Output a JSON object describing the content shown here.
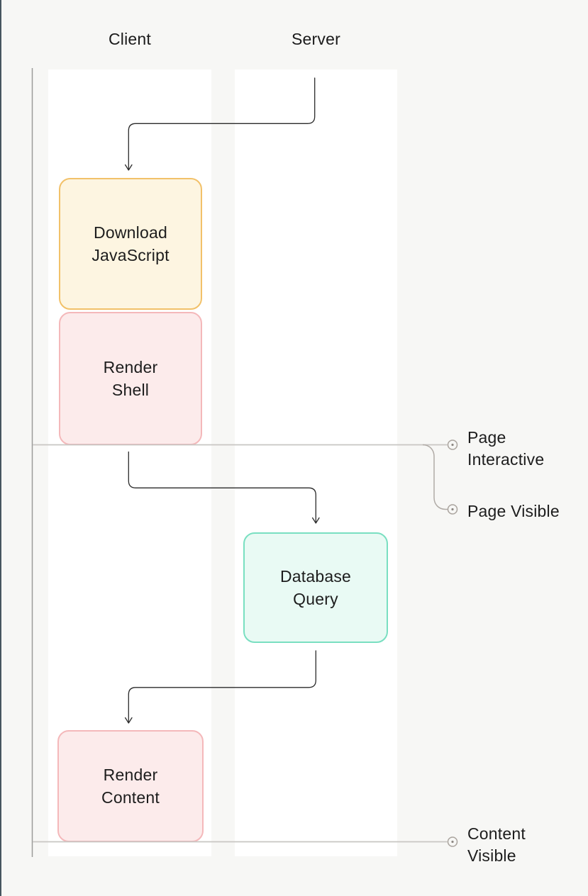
{
  "diagram": {
    "columns": [
      {
        "id": "client",
        "label": "Client"
      },
      {
        "id": "server",
        "label": "Server"
      }
    ],
    "nodes": [
      {
        "id": "download-javascript",
        "lane": "client",
        "lines": [
          "Download",
          "JavaScript"
        ],
        "fill": "#fdf5e1",
        "border": "#f2c169"
      },
      {
        "id": "render-shell",
        "lane": "client",
        "lines": [
          "Render",
          "Shell"
        ],
        "fill": "#fcebeb",
        "border": "#f4b8ba"
      },
      {
        "id": "database-query",
        "lane": "server",
        "lines": [
          "Database",
          "Query"
        ],
        "fill": "#e9faf4",
        "border": "#79dfc1"
      },
      {
        "id": "render-content",
        "lane": "client",
        "lines": [
          "Render",
          "Content"
        ],
        "fill": "#fcebeb",
        "border": "#f4b8ba"
      }
    ],
    "milestones": [
      {
        "id": "page-interactive",
        "lines": [
          "Page",
          "Interactive"
        ]
      },
      {
        "id": "page-visible",
        "lines": [
          "Page Visible"
        ]
      },
      {
        "id": "content-visible",
        "lines": [
          "Content",
          "Visible"
        ]
      }
    ],
    "colors": {
      "page_background": "#f7f7f5",
      "lane_background": "#ffffff",
      "left_border": "#46565f",
      "timeline_line": "#9b9b99",
      "milestone_line": "#c8c6c3",
      "milestone_curve": "#b0aba6",
      "milestone_circle": "#aaa49e",
      "arrow": "#2b2b2b",
      "text": "#1d1d1d"
    }
  }
}
